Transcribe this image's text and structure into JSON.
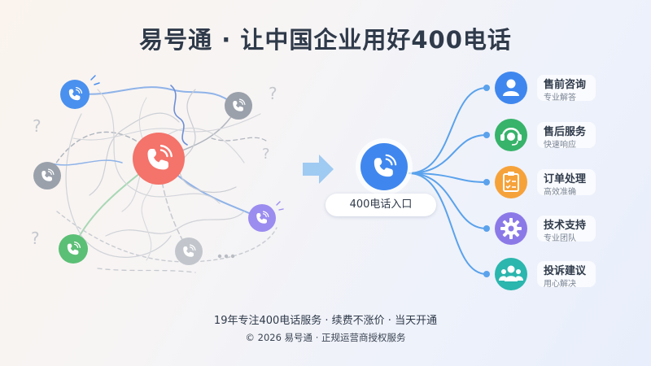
{
  "title": "易号通 · 让中国企业用好400电话",
  "hub": {
    "label": "400电话入口"
  },
  "services": [
    {
      "title": "售前咨询",
      "subtitle": "专业解答",
      "icon": "user-icon",
      "color": "#3f87ef"
    },
    {
      "title": "售后服务",
      "subtitle": "快速响应",
      "icon": "headset-icon",
      "color": "#37b36a"
    },
    {
      "title": "订单处理",
      "subtitle": "高效准确",
      "icon": "clipboard-icon",
      "color": "#f6a23a"
    },
    {
      "title": "技术支持",
      "subtitle": "专业团队",
      "icon": "gear-icon",
      "color": "#8c79e8"
    },
    {
      "title": "投诉建议",
      "subtitle": "用心解决",
      "icon": "group-icon",
      "color": "#2bb6ae"
    }
  ],
  "footer": {
    "line1": "19年专注400电话服务 · 续费不涨价 · 当天开通",
    "line2": "© 2026 易号通 · 正规运营商授权服务"
  },
  "colors": {
    "blue": "#4a90ee",
    "red": "#f4736a",
    "gray": "#9aa1ab",
    "green": "#5bbf75",
    "purple": "#9b8cf0",
    "lightgray": "#c2c6cc"
  }
}
